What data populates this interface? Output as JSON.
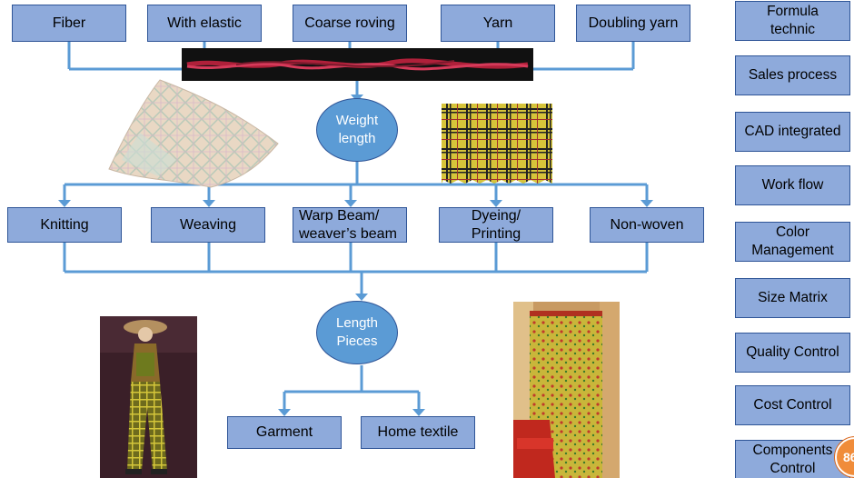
{
  "top_row": [
    {
      "label": "Fiber"
    },
    {
      "label": "With elastic"
    },
    {
      "label": "Coarse roving"
    },
    {
      "label": "Yarn"
    },
    {
      "label": "Doubling yarn"
    }
  ],
  "center_nodes": {
    "weight_length": "Weight length",
    "length_pieces": "Length Pieces"
  },
  "middle_row": [
    {
      "label": "Knitting"
    },
    {
      "label": "Weaving"
    },
    {
      "label": "Warp Beam/ weaver’s beam"
    },
    {
      "label": "Dyeing/ Printing"
    },
    {
      "label": "Non-woven"
    }
  ],
  "bottom_row": [
    {
      "label": "Garment"
    },
    {
      "label": "Home textile"
    }
  ],
  "sidebar": [
    {
      "label": "Formula technic"
    },
    {
      "label": "Sales process"
    },
    {
      "label": "CAD integrated"
    },
    {
      "label": "Work flow"
    },
    {
      "label": "Color Management"
    },
    {
      "label": "Size Matrix"
    },
    {
      "label": "Quality Control"
    },
    {
      "label": "Cost Control"
    },
    {
      "label": "Components Control"
    }
  ],
  "page_badge": "86",
  "colors": {
    "box_fill": "#8eaadb",
    "box_border": "#2f5597",
    "connector": "#5b9bd5",
    "ellipse_fill": "#5b9bd5",
    "badge": "#f08c3a"
  }
}
